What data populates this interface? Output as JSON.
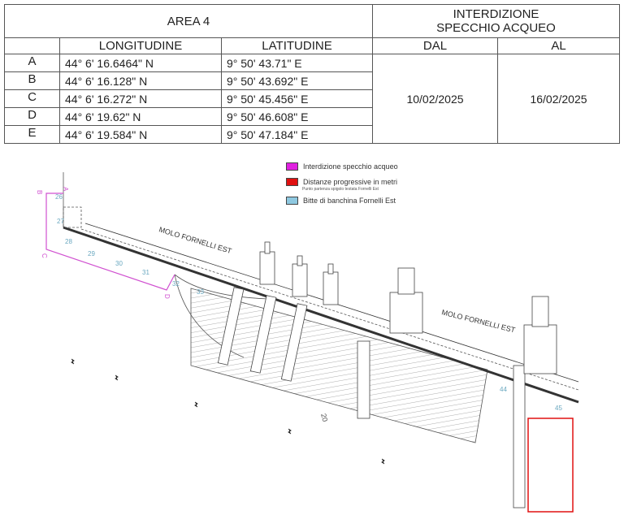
{
  "table": {
    "area_title": "AREA 4",
    "interdiction_title": "INTERDIZIONE SPECCHIO ACQUEO",
    "col_longitude": "LONGITUDINE",
    "col_latitude": "LATITUDINE",
    "col_from": "DAL",
    "col_to": "AL",
    "rows": [
      {
        "point": "A",
        "lon": "44° 6' 16.6464\" N",
        "lat": "9° 50' 43.71\" E"
      },
      {
        "point": "B",
        "lon": "44° 6' 16.128\" N",
        "lat": "9° 50' 43.692\" E"
      },
      {
        "point": "C",
        "lon": "44° 6' 16.272\" N",
        "lat": "9° 50' 45.456\" E"
      },
      {
        "point": "D",
        "lon": "44° 6' 19.62\" N",
        "lat": "9° 50' 46.608\" E"
      },
      {
        "point": "E",
        "lon": "44° 6' 19.584\" N",
        "lat": "9° 50' 47.184\" E"
      }
    ],
    "from_date": "10/02/2025",
    "to_date": "16/02/2025"
  },
  "legend": {
    "items": [
      {
        "label": "Interdizione specchio acqueo",
        "color": "#e020e0"
      },
      {
        "label": "Distanze progressive in metri",
        "color": "#e01010"
      },
      {
        "label": "Bitte di banchina Fornelli Est",
        "color": "#8ec8e0"
      }
    ],
    "note": "Punto partenza spigolo testata Fornelli Est"
  },
  "drawing": {
    "pier_label_1": "MOLO FORNELLI EST",
    "pier_label_2": "MOLO FORNELLI EST",
    "points": [
      "A",
      "B",
      "C",
      "D"
    ],
    "dimension": "20",
    "bollards": [
      "26",
      "27",
      "28",
      "29",
      "30",
      "31",
      "32",
      "33",
      "44",
      "45"
    ]
  }
}
